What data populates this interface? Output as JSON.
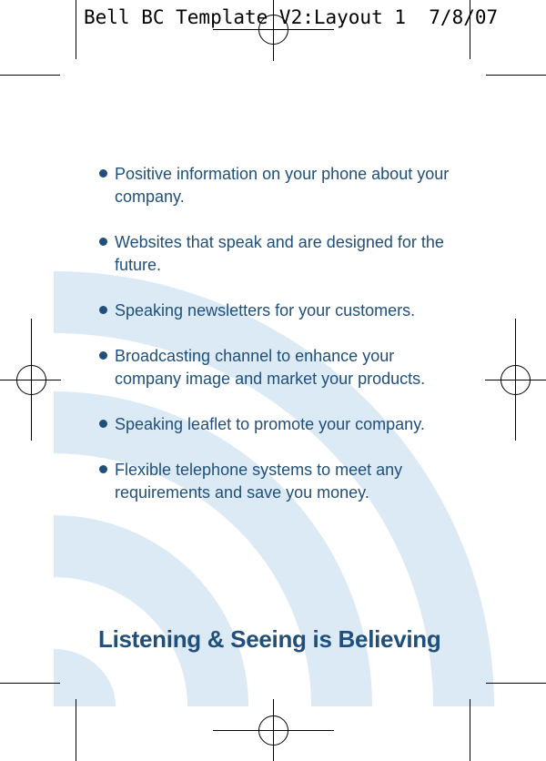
{
  "header": {
    "slug_text": "Bell BC Template V2:Layout 1  7/8/07"
  },
  "bullets": [
    "Positive information on your phone about your company.",
    "Websites that speak and are designed for the future.",
    "Speaking newsletters for your customers.",
    "Broadcasting channel to enhance your company image and market your products.",
    "Speaking leaflet to promote your company.",
    "Flexible telephone systems to meet any requirements and save you money."
  ],
  "tagline": "Listening & Seeing is Believing",
  "colors": {
    "text_blue": "#1f4f7a",
    "wave_blue": "#dceaf6",
    "background": "#ffffff"
  }
}
